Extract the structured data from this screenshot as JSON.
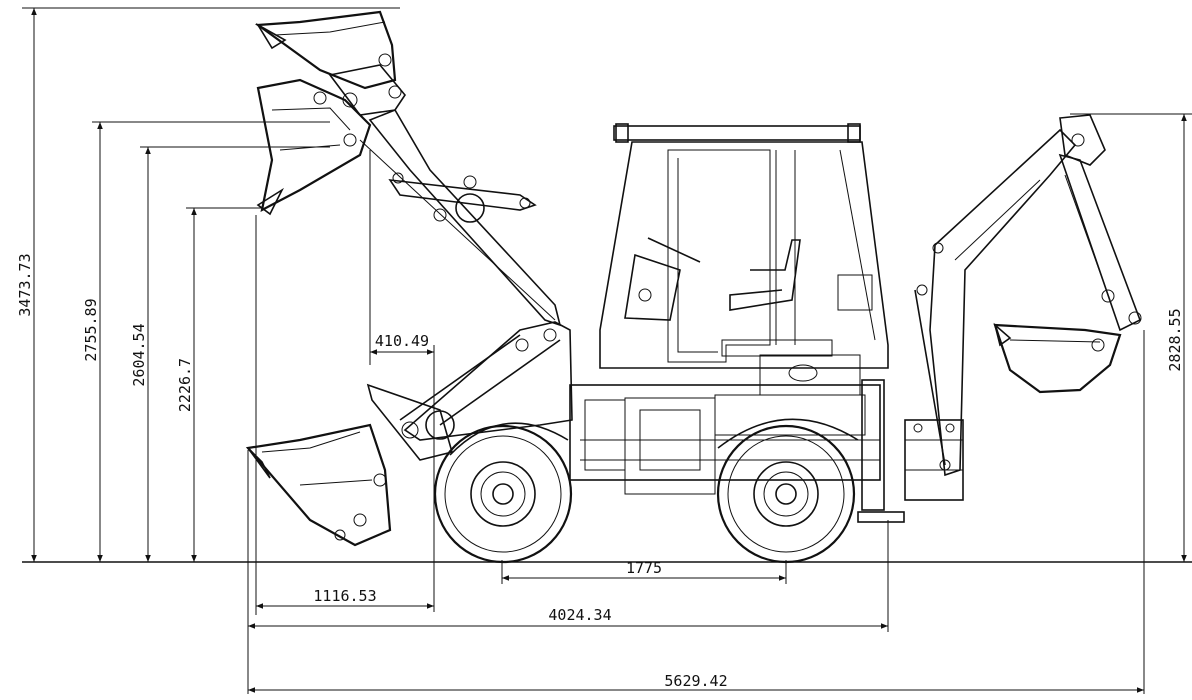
{
  "dimensions": {
    "overall_height": "3473.73",
    "height_2": "2755.89",
    "height_3": "2604.54",
    "height_4": "2226.7",
    "backhoe_height": "2828.55",
    "reach_offset": "410.49",
    "front_overhang": "1116.53",
    "wheelbase": "1775",
    "length_to_rear": "4024.34",
    "overall_length": "5629.42"
  }
}
